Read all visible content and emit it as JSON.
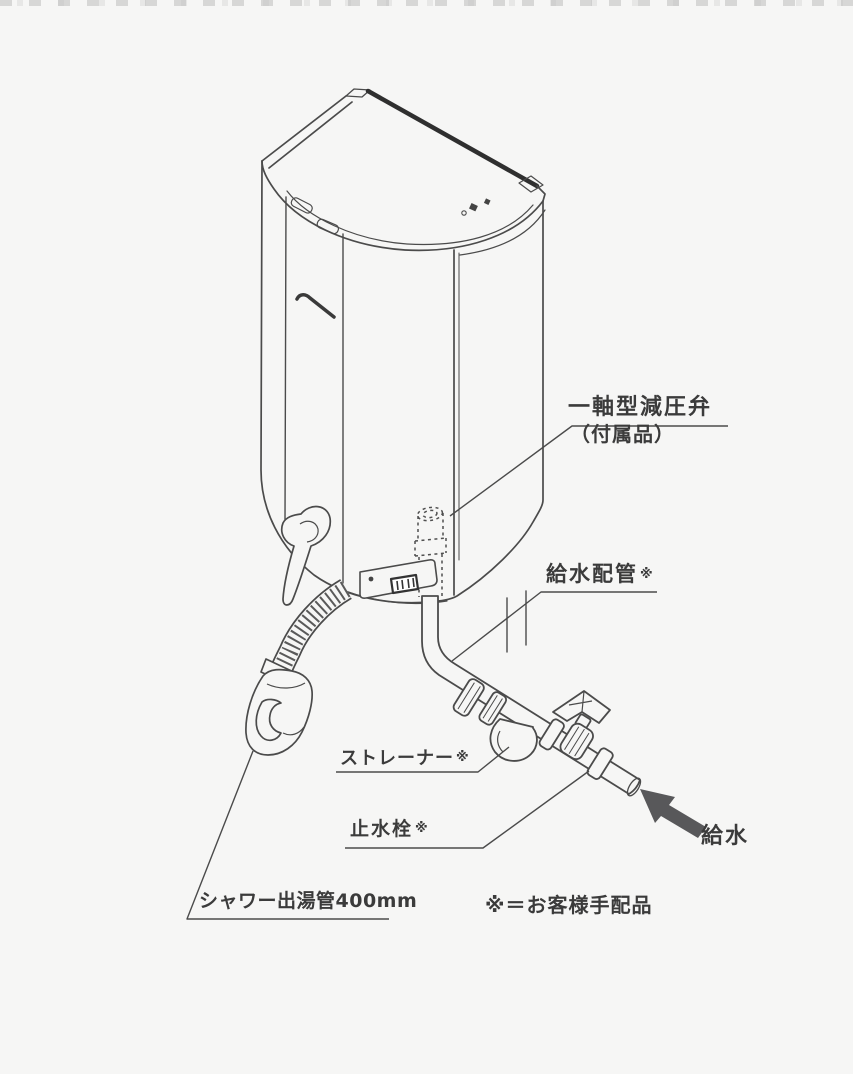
{
  "figure": {
    "title": "water-heater-installation-diagram",
    "labels": {
      "pressure_valve_line1": "一軸型減圧弁",
      "pressure_valve_line2": "（付属品）",
      "supply_piping": "給水配管",
      "strainer": "ストレーナー",
      "stop_valve": "止水栓",
      "ref_mark": "※",
      "shower_pipe": "シャワー出湯管400mm",
      "water_supply": "給水",
      "note": "※＝お客様手配品"
    },
    "colors": {
      "background": "#f6f6f5",
      "line": "#4b4b4b",
      "text": "#3b3b3b",
      "arrow_fill": "#58585a"
    }
  }
}
